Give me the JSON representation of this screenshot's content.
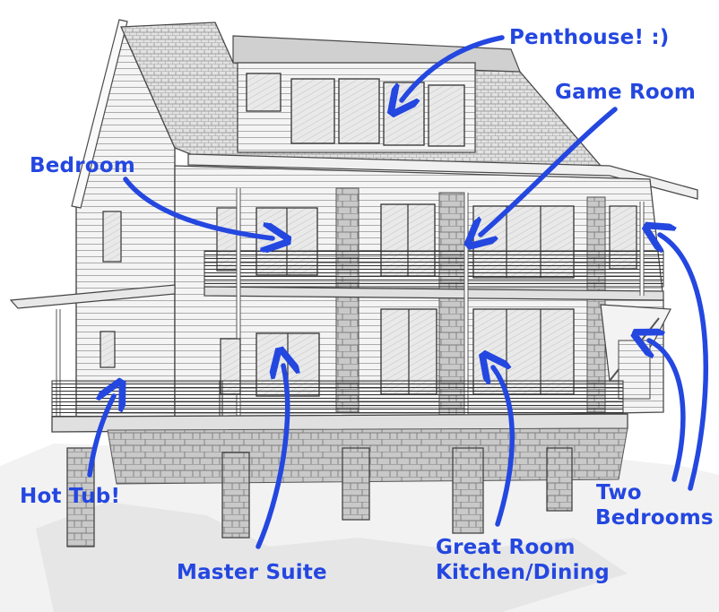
{
  "labels": {
    "penthouse": "Penthouse! :)",
    "game_room": "Game Room",
    "bedroom": "Bedroom",
    "hot_tub": "Hot Tub!",
    "two_bedrooms": [
      "Two",
      "Bedrooms"
    ],
    "master_suite": "Master Suite",
    "great_room": [
      "Great Room",
      "Kitchen/Dining"
    ]
  },
  "colors": {
    "annotation": "#2447e0",
    "sketch_line": "#5a5a5a",
    "stone": "#b8b8b8"
  }
}
